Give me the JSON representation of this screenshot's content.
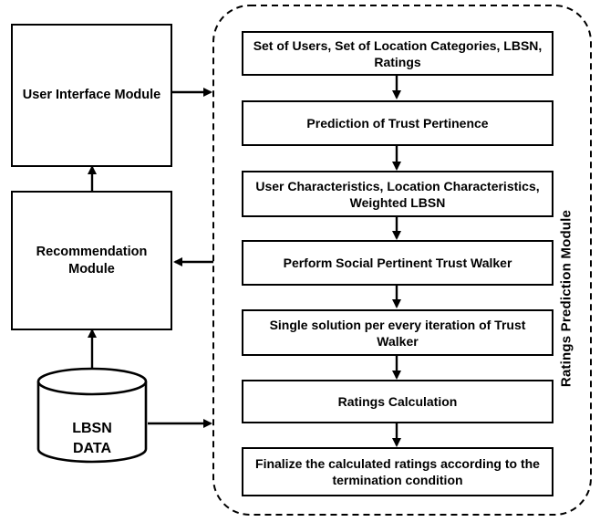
{
  "left_modules": {
    "user_interface": "User Interface Module",
    "recommendation": "Recommendation Module",
    "database": "LBSN DATA"
  },
  "ratings_prediction_module": {
    "title": "Ratings Prediction Module",
    "steps": [
      "Set of Users, Set of Location Categories, LBSN, Ratings",
      "Prediction of Trust Pertinence",
      "User Characteristics, Location Characteristics, Weighted LBSN",
      "Perform Social Pertinent Trust Walker",
      "Single solution per every iteration of Trust Walker",
      "Ratings Calculation",
      "Finalize the calculated ratings according to the termination condition"
    ]
  },
  "colors": {
    "stroke": "#000000",
    "background": "#ffffff"
  }
}
